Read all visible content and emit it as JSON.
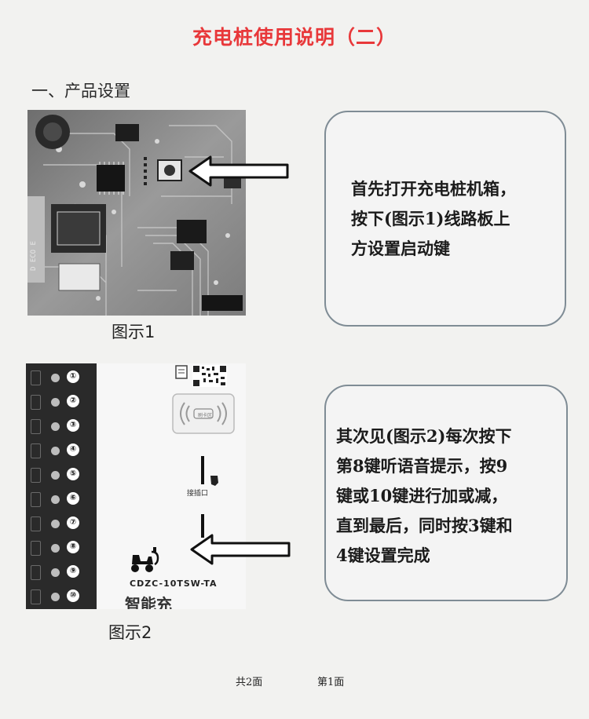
{
  "title": "充电桩使用说明（二）",
  "section_heading": "一、产品设置",
  "figure1": {
    "caption": "图示1",
    "board_print": "D ECO E"
  },
  "figure2": {
    "caption": "图示2",
    "buttons": [
      "①",
      "②",
      "③",
      "④",
      "⑤",
      "⑥",
      "⑦",
      "⑧",
      "⑨",
      "⑩"
    ],
    "model": "CDZC-10TSW-TA",
    "brand": "智能充",
    "port_label": "接插口",
    "card_icon_text": "刷卡区"
  },
  "callout1": {
    "lines": [
      "首先打开充电桩机箱，",
      "按下(图示1)线路板上",
      "方设置启动键"
    ]
  },
  "callout2": {
    "lines": [
      "其次见(图示2)每次按下",
      "第8键听语音提示，按9",
      "键或10键进行加或减，",
      "直到最后，同时按3键和",
      "4键设置完成"
    ]
  },
  "footer": {
    "total_pages": "共2面",
    "page": "第1面"
  },
  "colors": {
    "title": "#e8383a",
    "callout_border": "#7f8c95"
  }
}
